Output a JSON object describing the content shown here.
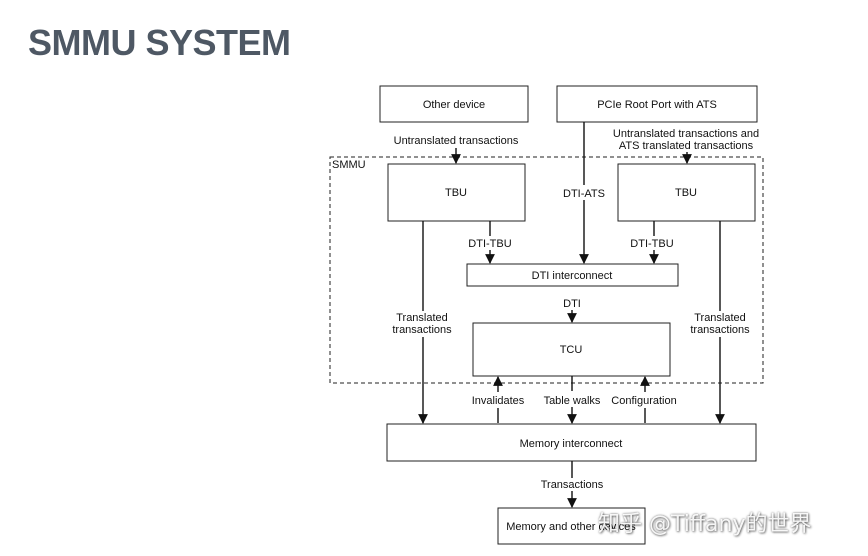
{
  "title": "SMMU SYSTEM",
  "diagram": {
    "nodes": {
      "other_device": "Other device",
      "pcie_root_port": "PCIe Root Port with ATS",
      "smmu": "SMMU",
      "tbu_left": "TBU",
      "tbu_right": "TBU",
      "dti_interconnect": "DTI interconnect",
      "tcu": "TCU",
      "memory_interconnect": "Memory interconnect",
      "memory_devices": "Memory and other devices"
    },
    "edge_labels": {
      "untranslated": "Untranslated transactions",
      "untranslated_ats_line1": "Untranslated transactions and",
      "untranslated_ats_line2": "ATS translated transactions",
      "dti_ats": "DTI-ATS",
      "dti_tbu_left": "DTI-TBU",
      "dti_tbu_right": "DTI-TBU",
      "dti": "DTI",
      "translated_left_line1": "Translated",
      "translated_left_line2": "transactions",
      "translated_right_line1": "Translated",
      "translated_right_line2": "transactions",
      "invalidates": "Invalidates",
      "table_walks": "Table walks",
      "configuration": "Configuration",
      "transactions": "Transactions"
    }
  },
  "watermark": "知乎 @Tiffany的世界"
}
